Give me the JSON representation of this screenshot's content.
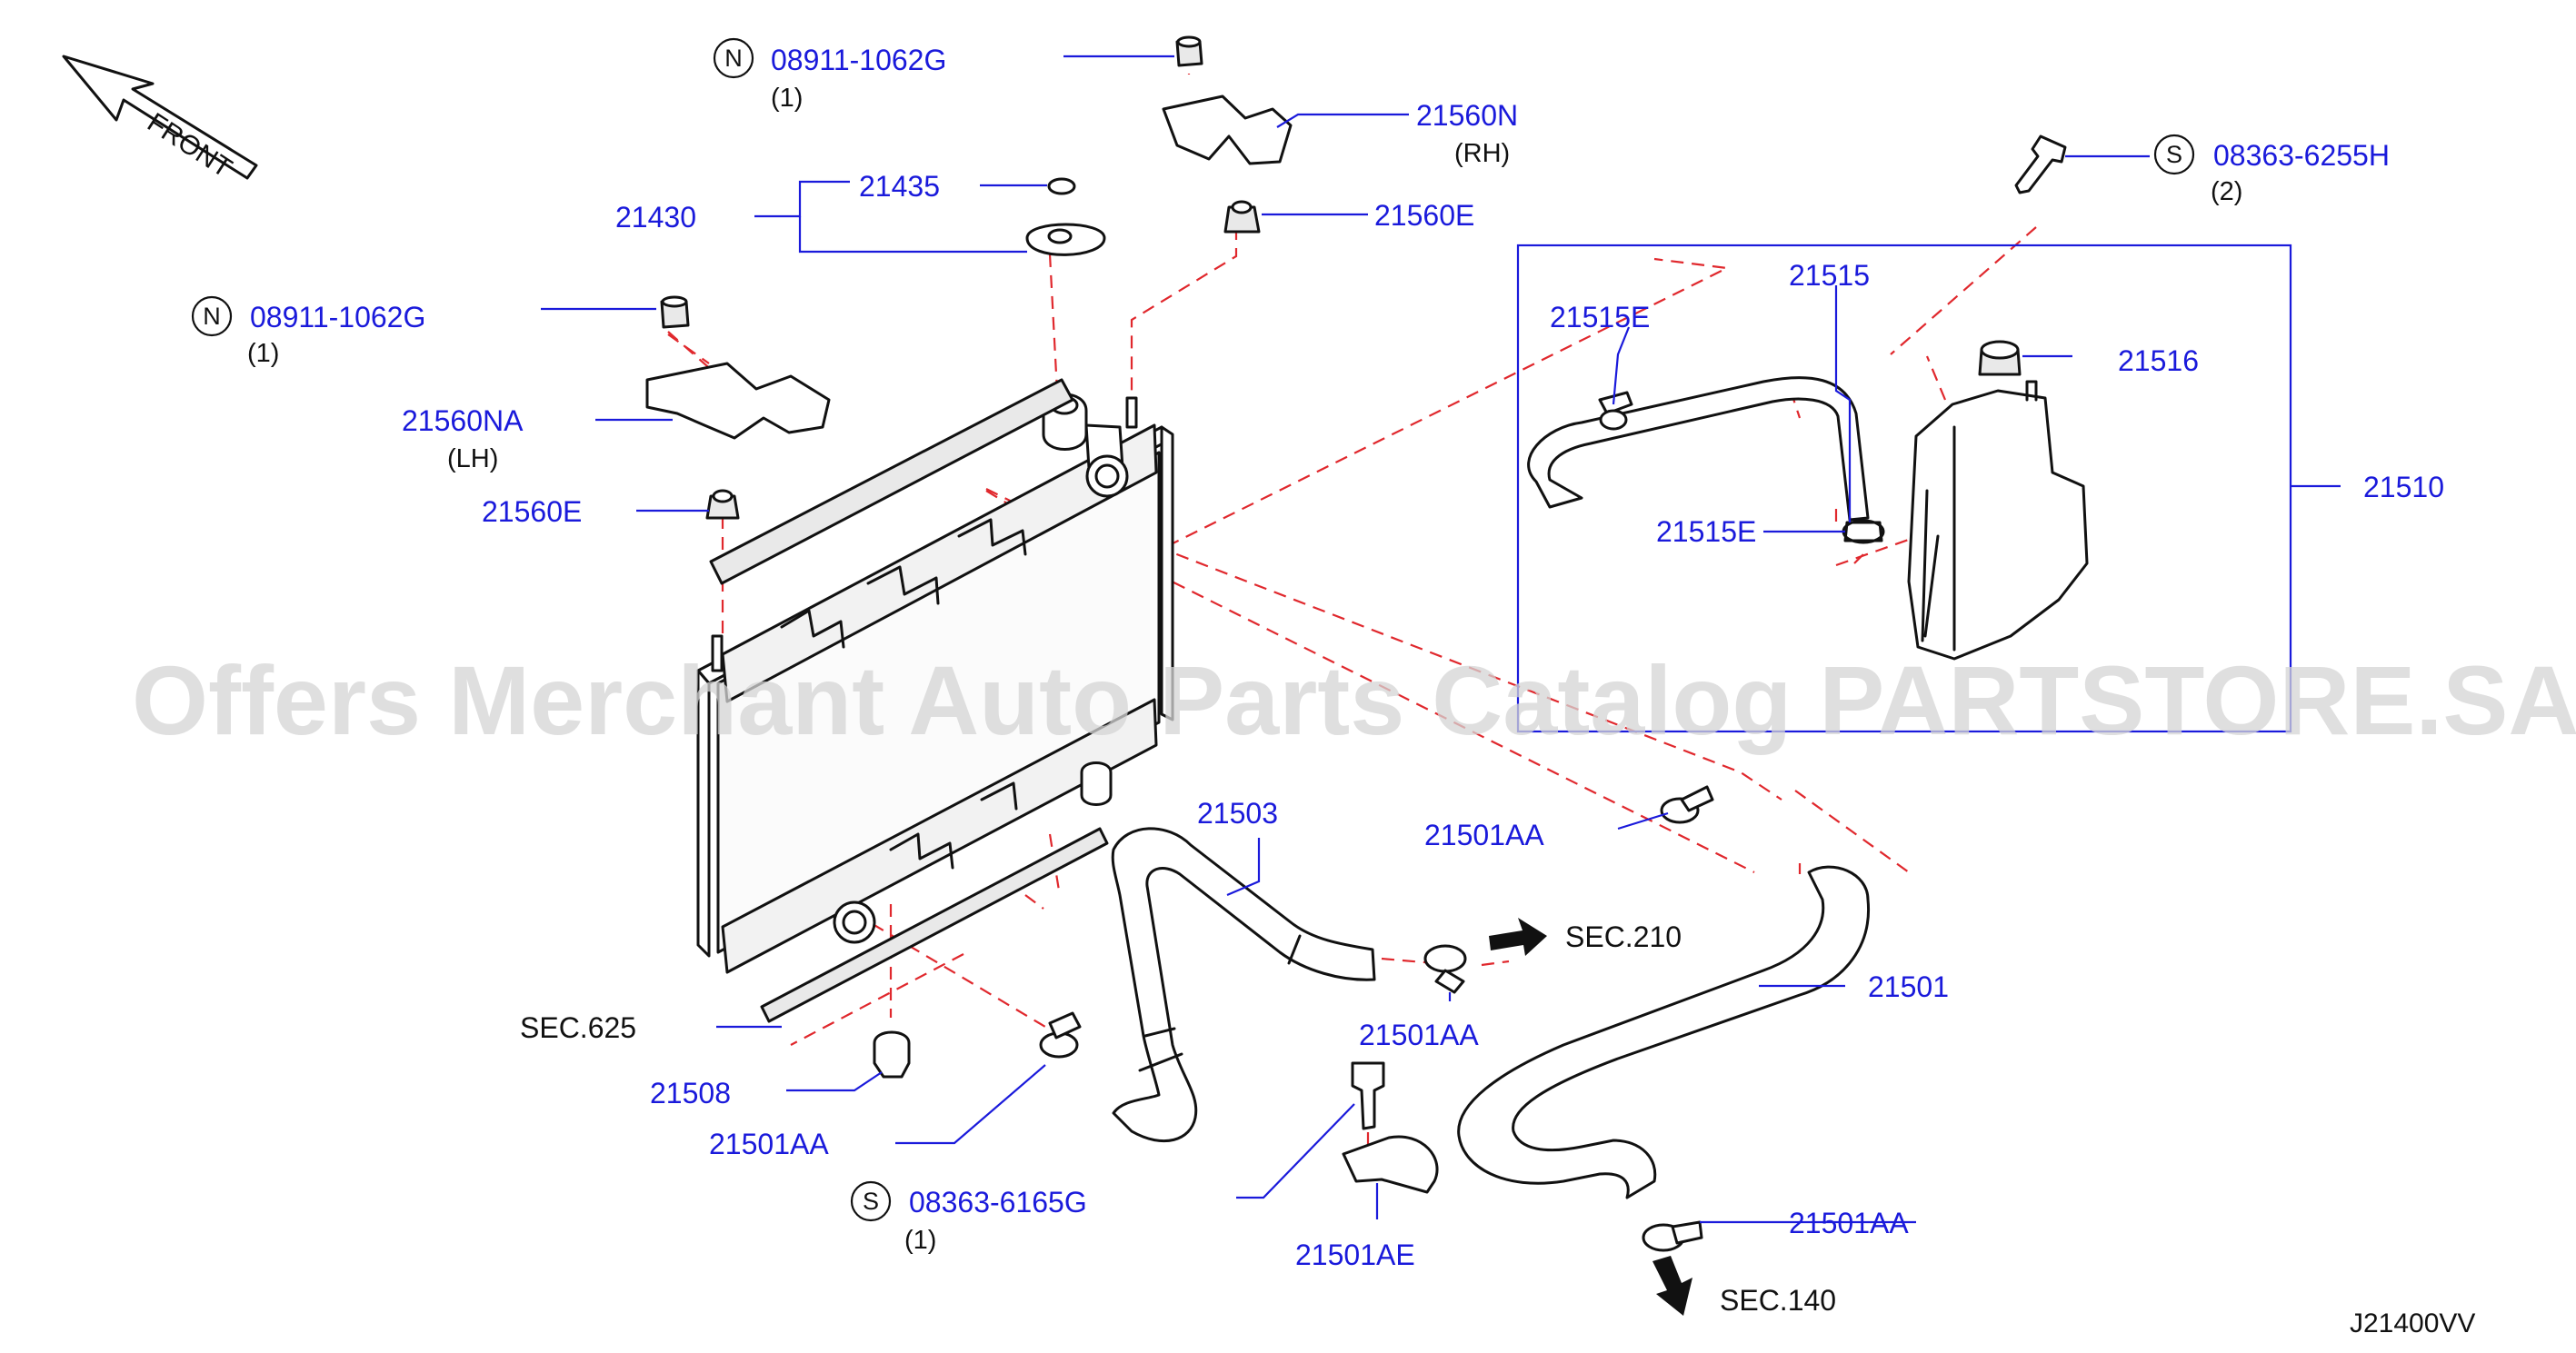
{
  "diagram": {
    "orientation": {
      "label": "FRONT"
    },
    "watermark": "Offers Merchant Auto Parts Catalog PARTSTORE.SA",
    "drawing_code": "J21400VV",
    "labels": {
      "n_nut_top": {
        "prefix": "N",
        "part": "08911-1062G",
        "qty": "(1)"
      },
      "n_nut_left": {
        "prefix": "N",
        "part": "08911-1062G",
        "qty": "(1)"
      },
      "s_bolt_reservoir": {
        "prefix": "S",
        "part": "08363-6255H",
        "qty": "(2)"
      },
      "s_bolt_bottom": {
        "prefix": "S",
        "part": "08363-6165G",
        "qty": "(1)"
      },
      "bracket_rh": {
        "part": "21560N",
        "side": "(RH)"
      },
      "bracket_lh": {
        "part": "21560NA",
        "side": "(LH)"
      },
      "mount_top": "21560E",
      "mount_left": "21560E",
      "cap_seal": "21435",
      "radiator_cap": "21430",
      "overflow_hose": "21515",
      "hose_clamp_top": "21515E",
      "hose_clamp_bottom": "21515E",
      "reservoir_cap": "21516",
      "reservoir_tank": "21510",
      "upper_hose": "21503",
      "clamp_upper": "21501AA",
      "clamp_sec210": "21501AA",
      "clamp_left": "21501AA",
      "clamp_lower": "21501AA",
      "lower_hose": "21501",
      "hose_bracket": "21501AE",
      "drain_plug": "21508",
      "sec_625": "SEC.625",
      "sec_210": "SEC.210",
      "sec_140": "SEC.140"
    }
  }
}
